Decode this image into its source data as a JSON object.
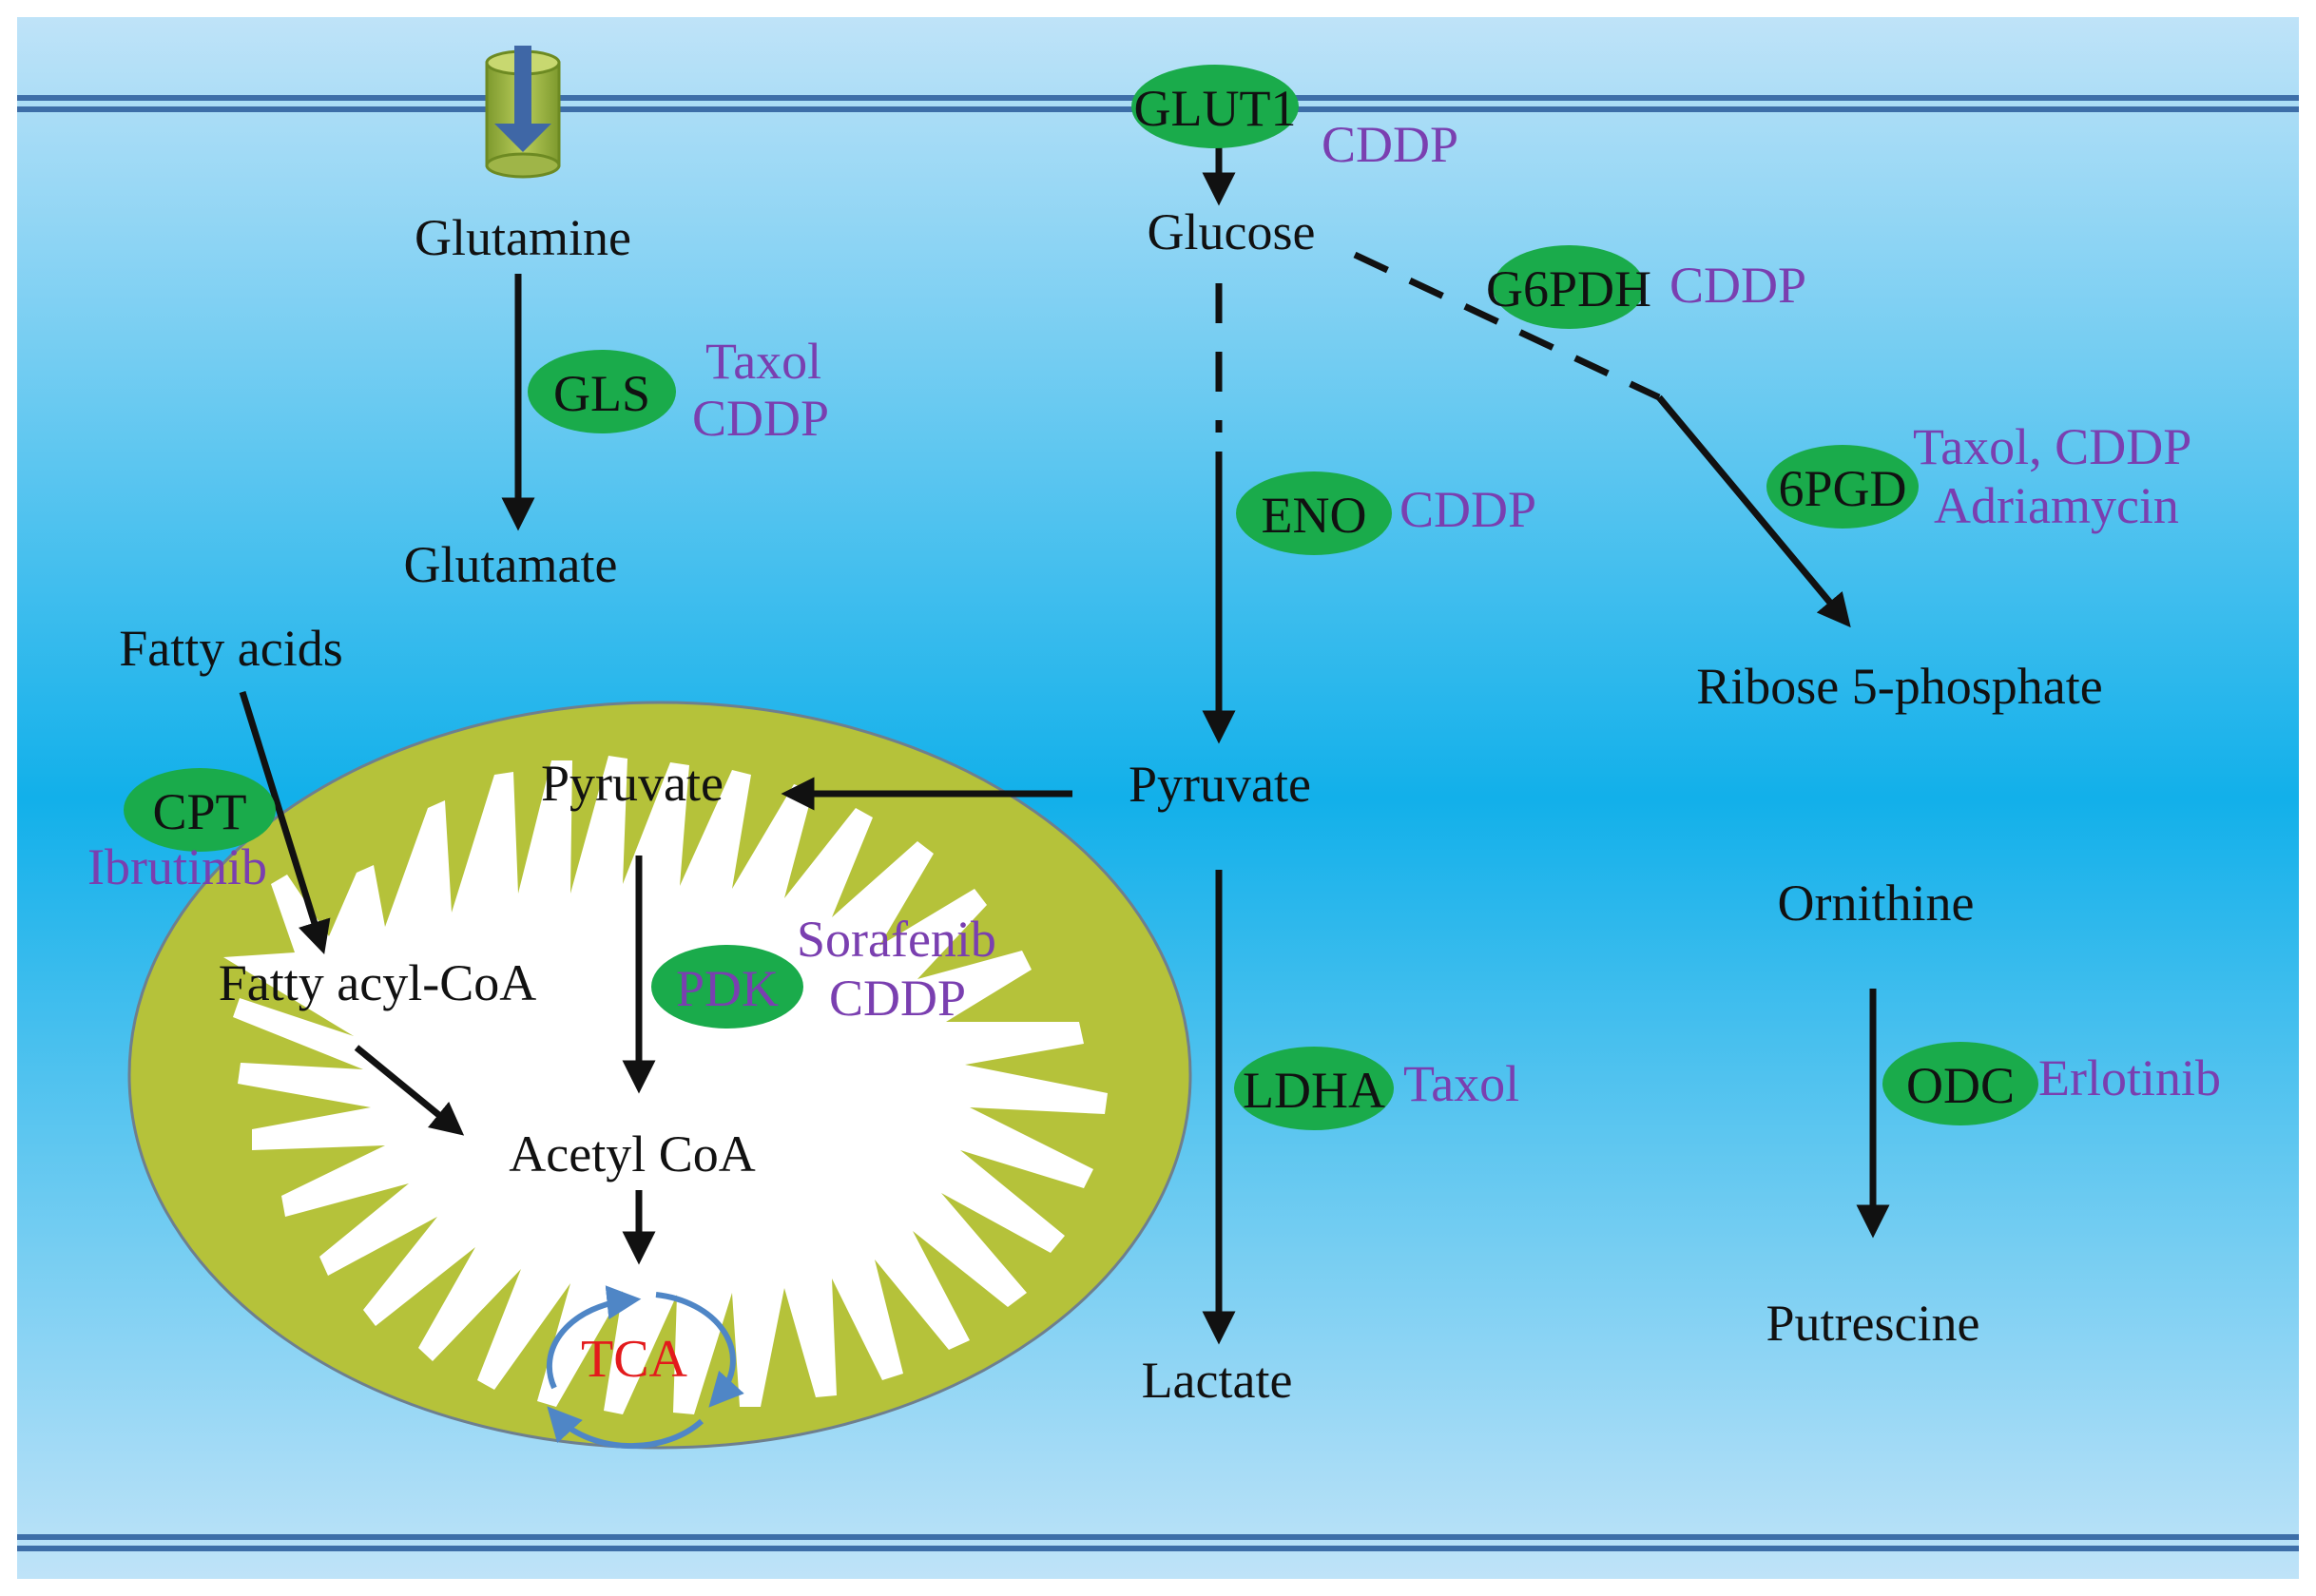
{
  "metabolites": {
    "glutamine": "Glutamine",
    "glutamate": "Glutamate",
    "fatty_acids": "Fatty acids",
    "fatty_acyl_coa": "Fatty acyl-CoA",
    "pyruvate_mito": "Pyruvate",
    "acetyl_coa": "Acetyl CoA",
    "tca": "TCA",
    "glucose": "Glucose",
    "pyruvate_cyto": "Pyruvate",
    "lactate": "Lactate",
    "ribose": "Ribose 5-phosphate",
    "ornithine": "Ornithine",
    "putrescine": "Putrescine"
  },
  "enzymes": {
    "glut1": "GLUT1",
    "gls": "GLS",
    "cpt": "CPT",
    "pdk": "PDK",
    "eno": "ENO",
    "g6pdh": "G6PDH",
    "pgd6": "6PGD",
    "ldha": "LDHA",
    "odc": "ODC"
  },
  "drugs": {
    "glut1": "CDDP",
    "gls_1": "Taxol",
    "gls_2": "CDDP",
    "cpt": "Ibrutinib",
    "pdk_1": "Sorafenib",
    "pdk_2": "CDDP",
    "eno": "CDDP",
    "g6pdh": "CDDP",
    "pgd6_1": "Taxol, CDDP",
    "pgd6_2": "Adriamycin",
    "ldha": "Taxol",
    "odc": "Erlotinib"
  },
  "colors": {
    "enzyme_fill": "#1aab4b",
    "drug_text": "#7a3fb0",
    "tca_text": "#e31a1c",
    "membrane": "#3d6ea8",
    "mito_outer": "#b5c23a",
    "cell_bg_edge": "#b4dcf5",
    "cell_bg_center": "#0eaee8"
  }
}
